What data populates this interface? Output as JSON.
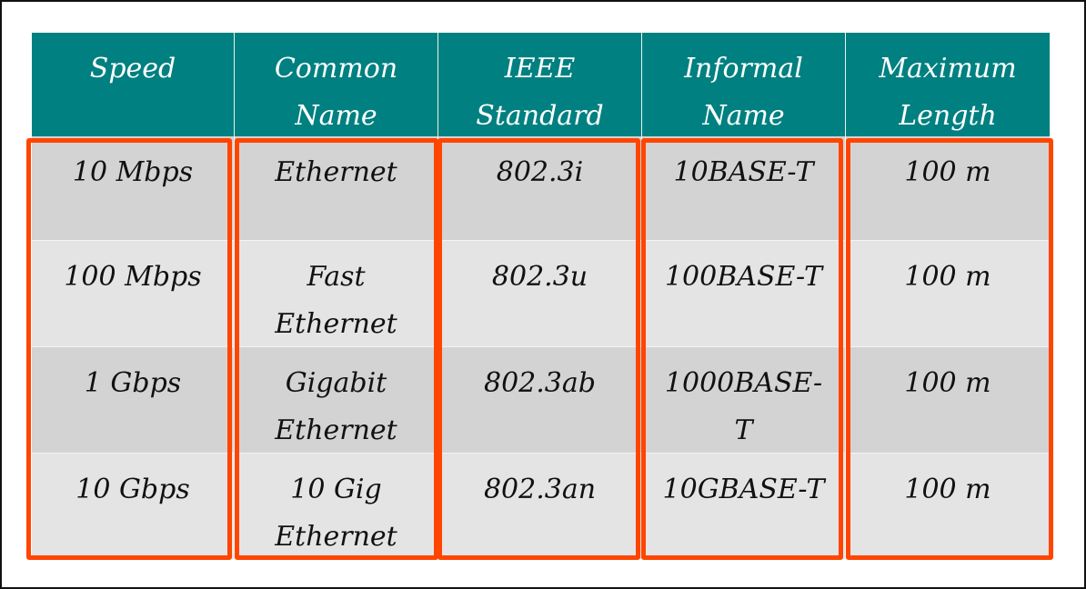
{
  "table": {
    "headers": [
      "Speed",
      "Common\nName",
      "IEEE\nStandard",
      "Informal\nName",
      "Maximum\nLength"
    ],
    "rows": [
      [
        "10 Mbps",
        "Ethernet",
        "802.3i",
        "10BASE-T",
        "100 m"
      ],
      [
        "100 Mbps",
        "Fast\nEthernet",
        "802.3u",
        "100BASE-T",
        "100 m"
      ],
      [
        "1 Gbps",
        "Gigabit\nEthernet",
        "802.3ab",
        "1000BASE-\nT",
        "100 m"
      ],
      [
        "10 Gbps",
        "10 Gig\nEthernet",
        "802.3an",
        "10GBASE-T",
        "100 m"
      ]
    ]
  },
  "colors": {
    "header_bg": "#008080",
    "highlight": "#ff4500",
    "row_dark": "#d3d3d3",
    "row_light": "#e4e4e4"
  }
}
